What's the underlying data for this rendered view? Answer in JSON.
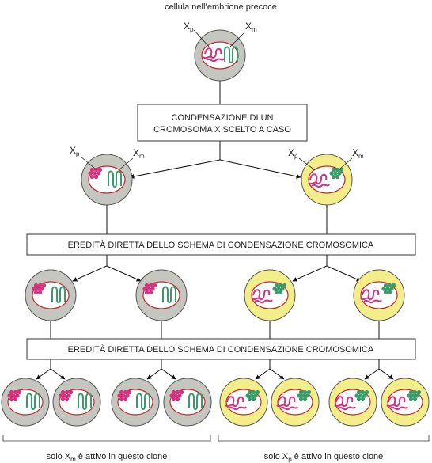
{
  "top_label": "cellula nell’embrione precoce",
  "box1": {
    "line1": "CONDENSAZIONE DI UN",
    "line2": "CROMOSOMA X SCELTO A CASO"
  },
  "bar_label": "EREDITÀ DIRETTA DELLO SCHEMA DI CONDENSAZIONE CROMOSOMICA",
  "chromosome_labels": {
    "X": "X",
    "paternal_sub": "p",
    "maternal_sub": "m"
  },
  "bottom_left": {
    "before": "solo X",
    "sub": "m",
    "after": " è attivo in questo clone"
  },
  "bottom_right": {
    "before": "solo X",
    "sub": "p",
    "after": " è attivo in questo clone"
  },
  "colors": {
    "cell_grey": "#c6c6c1",
    "cell_yellow": "#f4ee8a",
    "nucleus_border": "#c0262c",
    "paternal": "#d6317f",
    "maternal": "#3a9b6a"
  }
}
